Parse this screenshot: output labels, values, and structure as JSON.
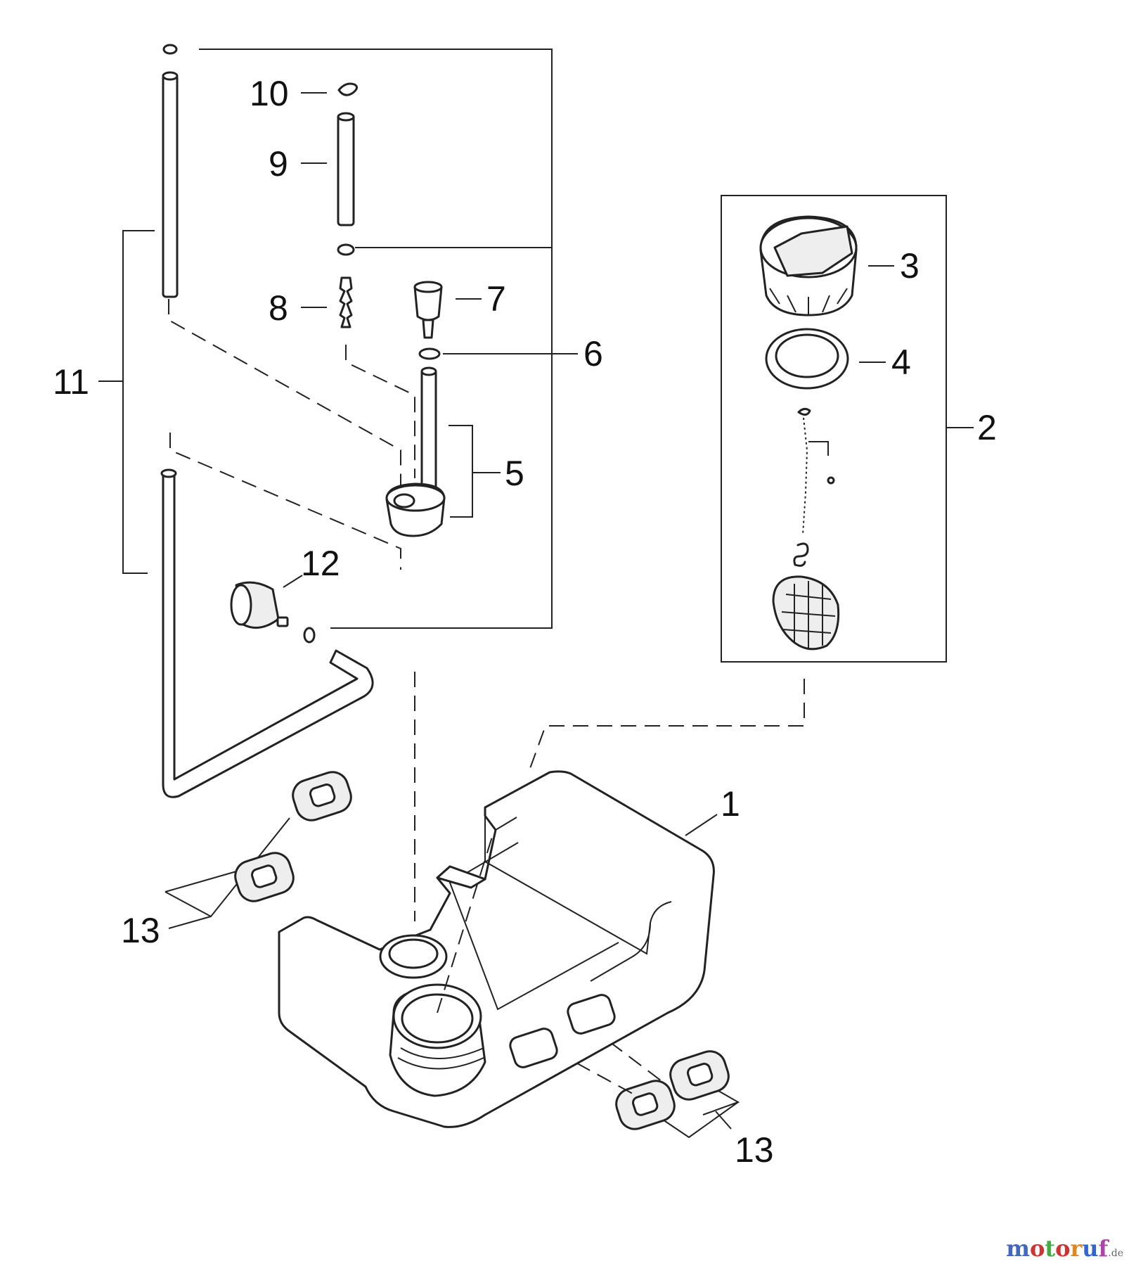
{
  "callouts": {
    "c1": "1",
    "c2": "2",
    "c3": "3",
    "c4": "4",
    "c5": "5",
    "c6": "6",
    "c7": "7",
    "c8": "8",
    "c9": "9",
    "c10": "10",
    "c11": "11",
    "c12": "12",
    "c13a": "13",
    "c13b": "13"
  },
  "watermark": {
    "m": "m",
    "o1": "o",
    "t": "t",
    "o2": "o",
    "r": "r",
    "u": "u",
    "f": "f",
    "tld": ".de"
  },
  "colors": {
    "line": "#222222",
    "background": "#ffffff"
  }
}
